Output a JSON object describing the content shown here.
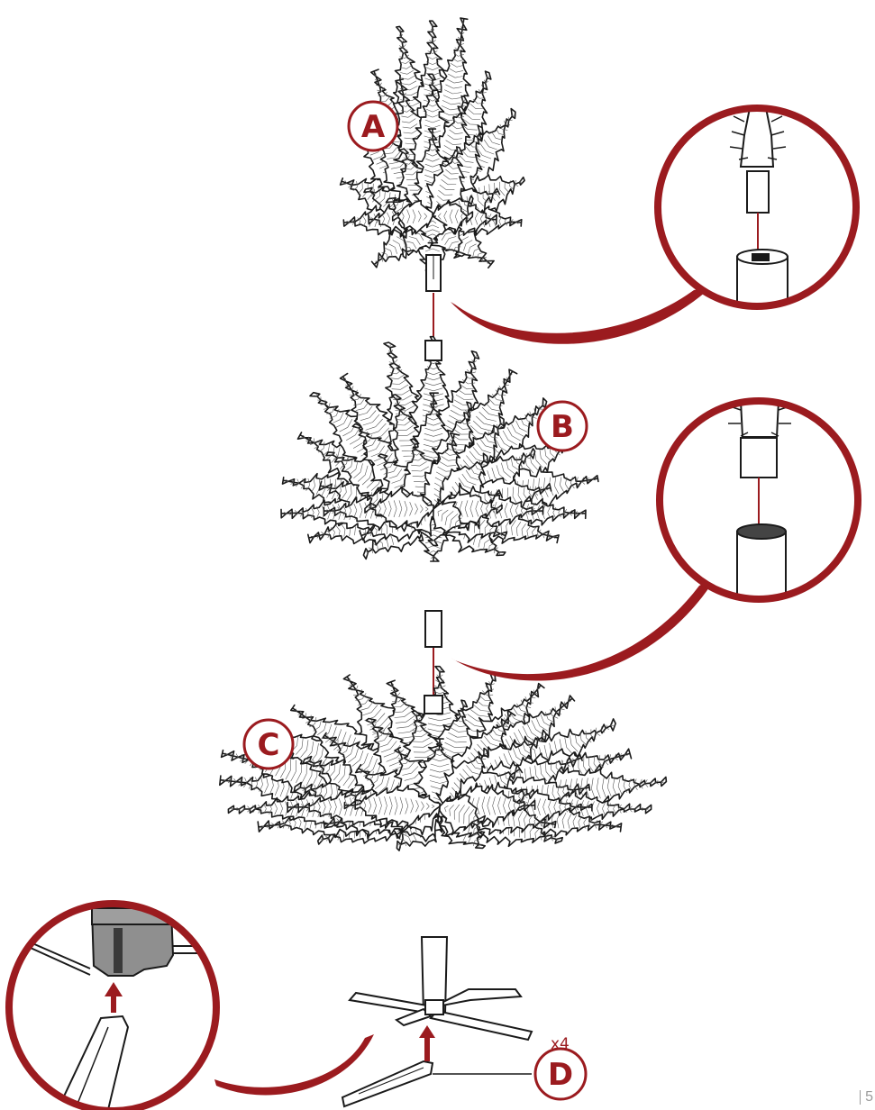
{
  "labels": {
    "a": "A",
    "b": "B",
    "c": "C",
    "d": "D"
  },
  "quantity": "x4",
  "page_number": "5",
  "colors": {
    "accent": "#9b1b1f",
    "ink": "#1a1a1a",
    "foliage": "#ffffff",
    "socket_grey": "#8f8f8f"
  },
  "icons": [
    "up-arrow-icon"
  ]
}
